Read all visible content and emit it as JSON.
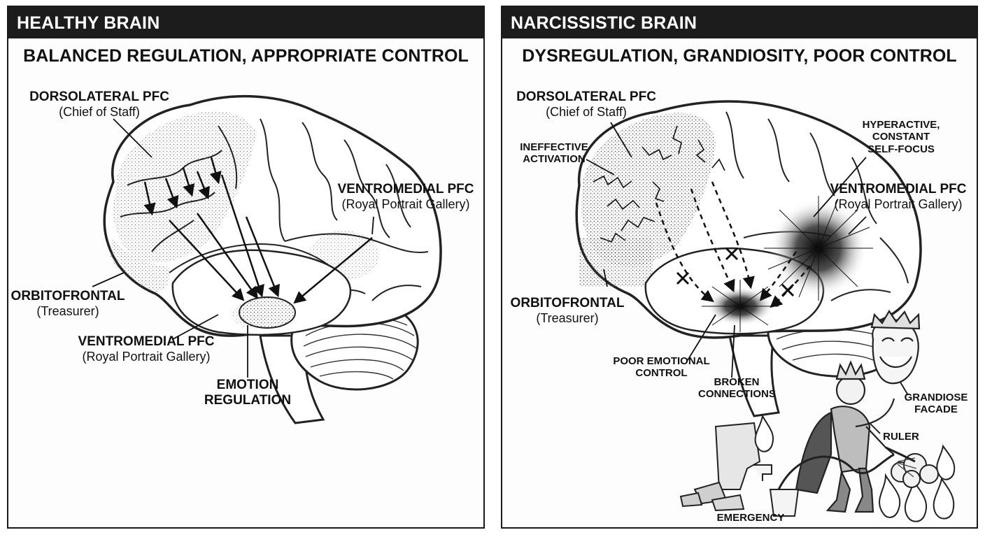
{
  "left_panel": {
    "header": "HEALTHY BRAIN",
    "subtitle": "BALANCED REGULATION, APPROPRIATE CONTROL",
    "labels": {
      "dlpfc": {
        "title": "DORSOLATERAL PFC",
        "role": "(Chief of Staff)"
      },
      "vmpfc_top": {
        "title": "VENTROMEDIAL PFC",
        "role": "(Royal Portrait Gallery)"
      },
      "ofc": {
        "title": "ORBITOFRONTAL",
        "role": "(Treasurer)"
      },
      "vmpfc_bottom": {
        "title": "VENTROMEDIAL PFC",
        "role": "(Royal Portrait Gallery)"
      },
      "emotion": {
        "line1": "EMOTION",
        "line2": "REGULATION"
      }
    }
  },
  "right_panel": {
    "header": "NARCISSISTIC BRAIN",
    "subtitle": "DYSREGULATION, GRANDIOSITY, POOR CONTROL",
    "labels": {
      "dlpfc": {
        "title": "DORSOLATERAL PFC",
        "role": "(Chief of Staff)"
      },
      "ineffective": {
        "line1": "INEFFECTIVE",
        "line2": "ACTIVATION"
      },
      "hyperactive": {
        "line1": "HYPERACTIVE,",
        "line2": "CONSTANT",
        "line3": "SELF-FOCUS"
      },
      "vmpfc": {
        "title": "VENTROMEDIAL PFC",
        "role": "(Royal Portrait Gallery)"
      },
      "ofc": {
        "title": "ORBITOFRONTAL",
        "role": "(Treasurer)"
      },
      "poor_control": {
        "line1": "POOR EMOTIONAL",
        "line2": "CONTROL"
      },
      "broken": {
        "line1": "BROKEN",
        "line2": "CONNECTIONS"
      },
      "facade": {
        "line1": "GRANDIOSE",
        "line2": "FACADE"
      },
      "ruler": "RULER",
      "emergency": "EMERGENCY"
    }
  },
  "colors": {
    "header_bg": "#1c1c1c",
    "header_text": "#ffffff",
    "ink": "#111111",
    "panel_bg": "#fdfdfd"
  }
}
